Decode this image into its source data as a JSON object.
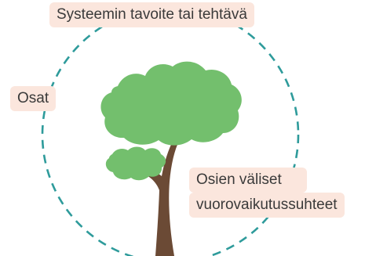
{
  "colors": {
    "label_background": "#FBE6DD",
    "label_text": "#3A3A3A",
    "boundary_circle": "#2E9B9B",
    "foliage": "#73BF6D",
    "trunk": "#6B4A35"
  },
  "boundary": {
    "style": "dashed circle"
  },
  "labels": {
    "goal": "Systeemin tavoite tai tehtävä",
    "parts": "Osat",
    "interactions": {
      "line1": "Osien väliset",
      "line2": "vuorovaikutussuhteet"
    }
  },
  "icons": {
    "tree": "tree-illustration"
  }
}
